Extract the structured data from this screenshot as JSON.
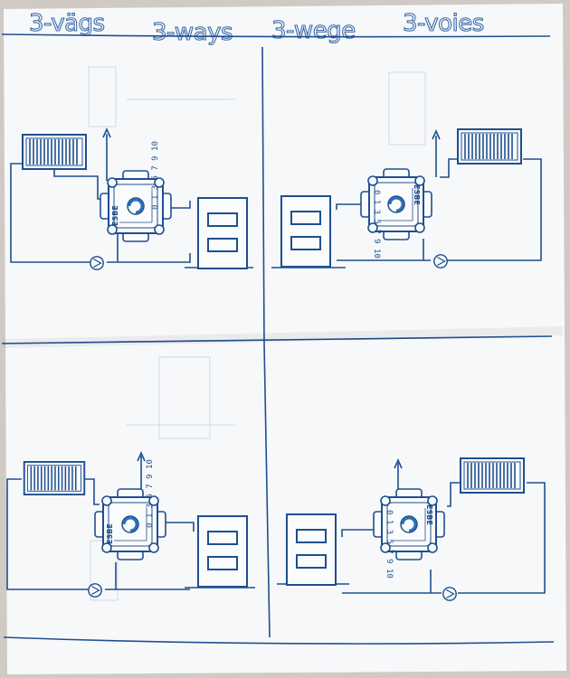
{
  "titles": [
    "3-vägs",
    "3-ways",
    "3-wege",
    "3-voies"
  ],
  "valve_label": "0 1 3 5 7 9 10",
  "brand_label": "ESBE",
  "colors": {
    "paper": "#f7f8fa",
    "ink": "#1f4f8f",
    "background": "#cfcbc4"
  },
  "quadrants": [
    {
      "name": "top-left",
      "mirrored": false
    },
    {
      "name": "top-right",
      "mirrored": true
    },
    {
      "name": "bottom-left",
      "mirrored": false
    },
    {
      "name": "bottom-right",
      "mirrored": true
    }
  ]
}
